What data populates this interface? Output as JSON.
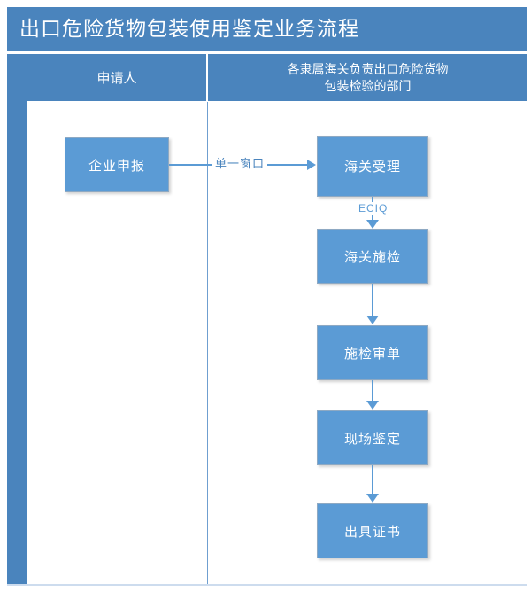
{
  "chart_data": {
    "type": "diagram",
    "title": "出口危险货物包装使用鉴定业务流程",
    "lanes": [
      {
        "id": "applicant",
        "label": "申请人"
      },
      {
        "id": "customs",
        "label_line1": "各隶属海关负责出口危险货物",
        "label_line2": "包装检验的部门"
      }
    ],
    "nodes": [
      {
        "id": "apply",
        "label": "企业申报",
        "lane": "applicant"
      },
      {
        "id": "accept",
        "label": "海关受理",
        "lane": "customs"
      },
      {
        "id": "inspect",
        "label": "海关施检",
        "lane": "customs"
      },
      {
        "id": "review",
        "label": "施检审单",
        "lane": "customs"
      },
      {
        "id": "onsite",
        "label": "现场鉴定",
        "lane": "customs"
      },
      {
        "id": "cert",
        "label": "出具证书",
        "lane": "customs"
      }
    ],
    "edges": [
      {
        "from": "apply",
        "to": "accept",
        "label": "单一窗口",
        "direction": "right"
      },
      {
        "from": "accept",
        "to": "inspect",
        "label": "ECIQ",
        "direction": "down"
      },
      {
        "from": "inspect",
        "to": "review",
        "label": "",
        "direction": "down"
      },
      {
        "from": "review",
        "to": "onsite",
        "label": "",
        "direction": "down"
      },
      {
        "from": "onsite",
        "to": "cert",
        "label": "",
        "direction": "down"
      }
    ],
    "colors": {
      "header_blue": "#4a84bd",
      "node_blue": "#5b9bd5",
      "connector_blue": "#5b9bd5",
      "label_text": "#4a84bd",
      "node_text": "#ffffff",
      "background": "#ffffff"
    }
  },
  "title": {
    "text": "出口危险货物包装使用鉴定业务流程"
  },
  "header": {
    "applicant": "申请人",
    "customs_line1": "各隶属海关负责出口危险货物",
    "customs_line2": "包装检验的部门"
  },
  "nodes": {
    "apply": "企业申报",
    "accept": "海关受理",
    "inspect": "海关施检",
    "review": "施检审单",
    "onsite": "现场鉴定",
    "cert": "出具证书"
  },
  "edge_labels": {
    "single_window": "单一窗口",
    "eciq": "ECIQ"
  }
}
